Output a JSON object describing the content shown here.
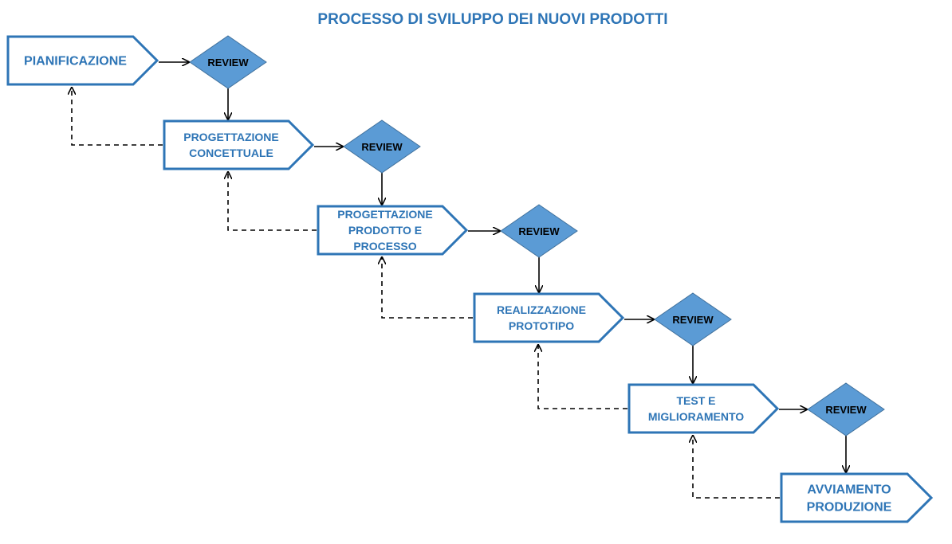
{
  "title": "PROCESSO DI SVILUPPO DEI NUOVI PRODOTTI",
  "review_label": "REVIEW",
  "colors": {
    "accent": "#2e75b6",
    "diamond_fill": "#5b9bd5",
    "diamond_stroke": "#41719c",
    "arrow": "#000000"
  },
  "steps": [
    {
      "lines": [
        "PIANIFICAZIONE"
      ]
    },
    {
      "lines": [
        "PROGETTAZIONE",
        "CONCETTUALE"
      ]
    },
    {
      "lines": [
        "PROGETTAZIONE",
        "PRODOTTO  E",
        "PROCESSO"
      ]
    },
    {
      "lines": [
        "REALIZZAZIONE",
        "PROTOTIPO"
      ]
    },
    {
      "lines": [
        "TEST  E",
        "MIGLIORAMENTO"
      ]
    },
    {
      "lines": [
        "AVVIAMENTO",
        "PRODUZIONE"
      ]
    }
  ]
}
